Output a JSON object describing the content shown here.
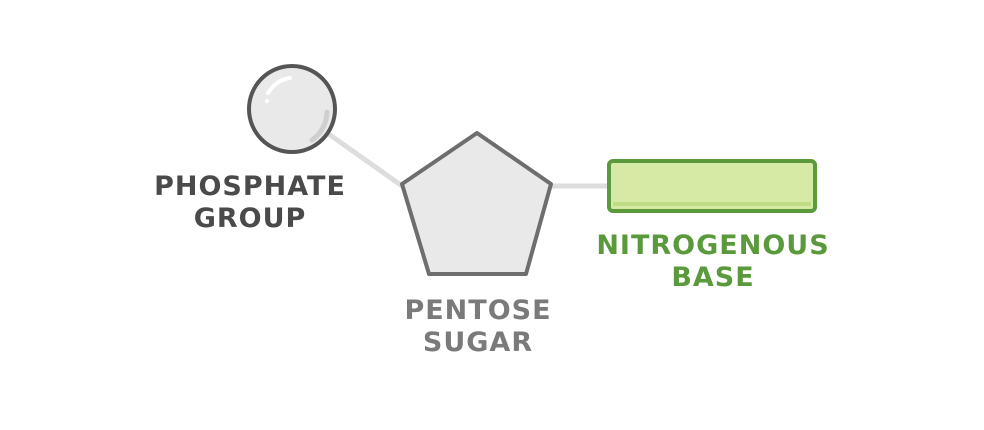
{
  "diagram": {
    "phosphate": {
      "label_line1": "PHOSPHATE",
      "label_line2": "GROUP",
      "fill": "#e9e9e9",
      "stroke": "#555555"
    },
    "sugar": {
      "label_line1": "PENTOSE",
      "label_line2": "SUGAR",
      "fill": "#e9e9e9",
      "stroke": "#6e6e6e"
    },
    "base": {
      "label_line1": "NITROGENOUS",
      "label_line2": "BASE",
      "fill": "#d6eaa6",
      "stroke": "#5a9a3c"
    },
    "connector_color": "#dddddd"
  }
}
